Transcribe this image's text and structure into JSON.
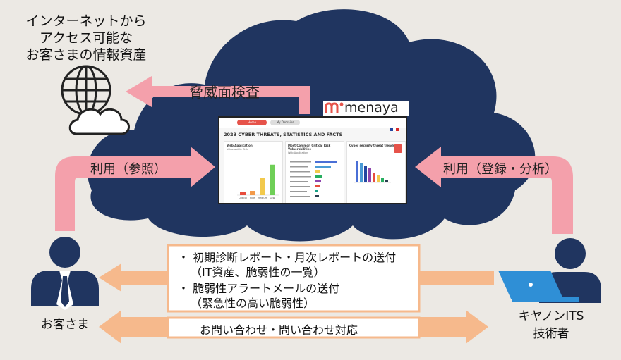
{
  "top_left": {
    "title_lines": [
      "インターネットから",
      "アクセス可能な",
      "お客さまの情報資産"
    ]
  },
  "arrows": {
    "threat_scan": "脅威面検査",
    "use_reference": "利用（参照）",
    "use_register": "利用（登録・分析）"
  },
  "logo": {
    "text": "menaya"
  },
  "screen": {
    "tabs": [
      "Home",
      "My Domains"
    ],
    "heading": "2023 CYBER THREATS, STATISTICS AND FACTS",
    "panels": [
      {
        "title": "Web Application",
        "subtitle": "Vulnerability Risk",
        "categories": [
          "Critical",
          "High",
          "Medium",
          "Low"
        ],
        "values": [
          5.0,
          6.5,
          27.0,
          47.0
        ]
      },
      {
        "title": "Most Common Critical Risk Vulnerabilities",
        "subtitle": "Web Application"
      },
      {
        "title": "Cyber security threat trends"
      }
    ]
  },
  "customer": {
    "label": "お客さま"
  },
  "engineer": {
    "label_lines": [
      "キヤノンITS",
      "技術者"
    ]
  },
  "box1": {
    "lines": [
      "・ 初期診断レポート・月次レポートの送付",
      "（IT資産、脆弱性の一覧）",
      "・ 脆弱性アラートメールの送付",
      "（緊急性の高い脆弱性）"
    ]
  },
  "box2": {
    "text": "お問い合わせ・問い合わせ対応"
  },
  "colors": {
    "cloud": "#203560",
    "pink": "#f4a0ab",
    "orange": "#f6b98c",
    "box_border": "#f6b98c",
    "person": "#203560",
    "laptop": "#2f8fd6"
  }
}
